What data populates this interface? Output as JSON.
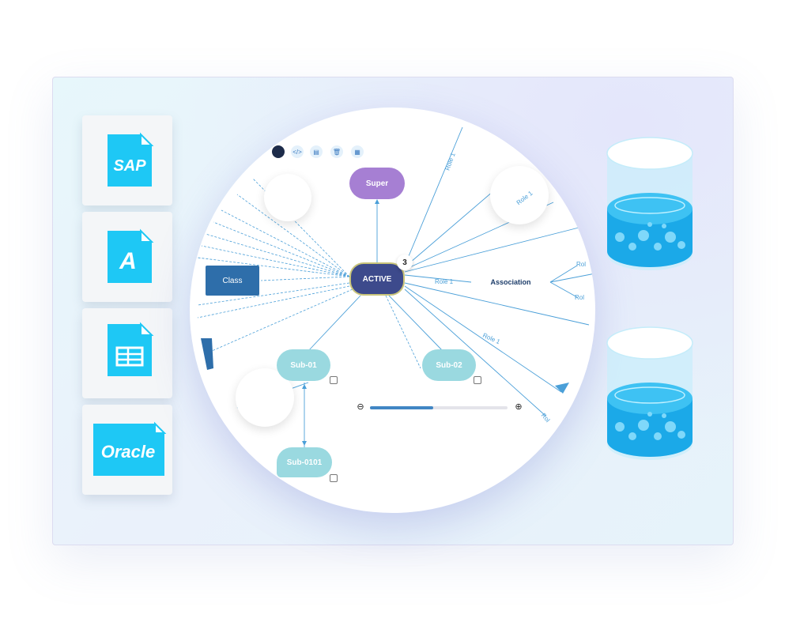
{
  "sources": [
    {
      "name": "sap-file-icon",
      "label": "SAP"
    },
    {
      "name": "access-file-icon",
      "label": "A"
    },
    {
      "name": "spreadsheet-file-icon",
      "label": ""
    },
    {
      "name": "oracle-file-icon",
      "label": "Oracle"
    }
  ],
  "diagram": {
    "nodes": {
      "super": "Super",
      "active": "ACTIVE",
      "active_badge": "3",
      "sub01": "Sub-01",
      "sub02": "Sub-02",
      "sub0101": "Sub-0101",
      "class": "Class",
      "association": "Association"
    },
    "roles": {
      "r1": "Role 1",
      "r2": "Role 1",
      "r3": "Role 1",
      "r4": "Role 1",
      "r5": "Rol",
      "r6": "Rol",
      "r7": "Rol"
    },
    "toolbar": [
      "theme-icon",
      "code-icon",
      "table-icon",
      "delete-icon",
      "grid-icon"
    ],
    "zoom": {
      "level": 0.46
    }
  },
  "colors": {
    "accent": "#1ec8f5",
    "active_node": "#3d4a8c",
    "super_node": "#a67fd3",
    "sub_node": "#9ad9e0",
    "line": "#4a9fd8"
  },
  "databases": [
    "database-icon",
    "database-icon"
  ]
}
